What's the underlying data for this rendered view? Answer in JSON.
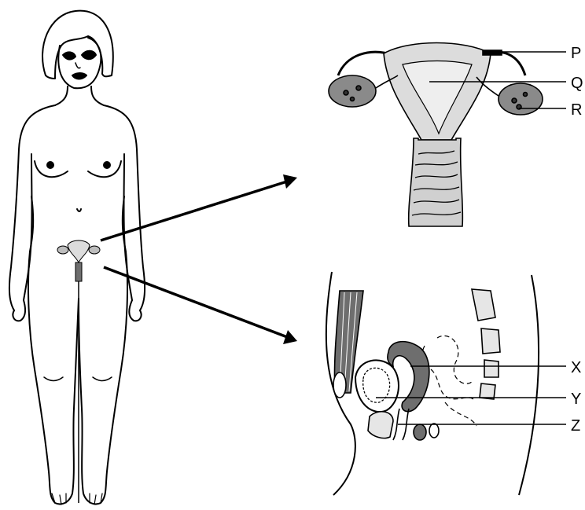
{
  "labels": {
    "p": "P",
    "q": "Q",
    "r": "R",
    "x": "X",
    "y": "Y",
    "z": "Z"
  },
  "icons": [
    "female-body-figure",
    "uterus-front-view",
    "pelvis-side-view",
    "arrow-icon"
  ],
  "colors": {
    "ink": "#000000",
    "tissue_light": "#dcdcdc",
    "tissue_mid": "#bdbdbd",
    "tissue_dark": "#6e6e6e",
    "ovary": "#8a8a8a"
  }
}
